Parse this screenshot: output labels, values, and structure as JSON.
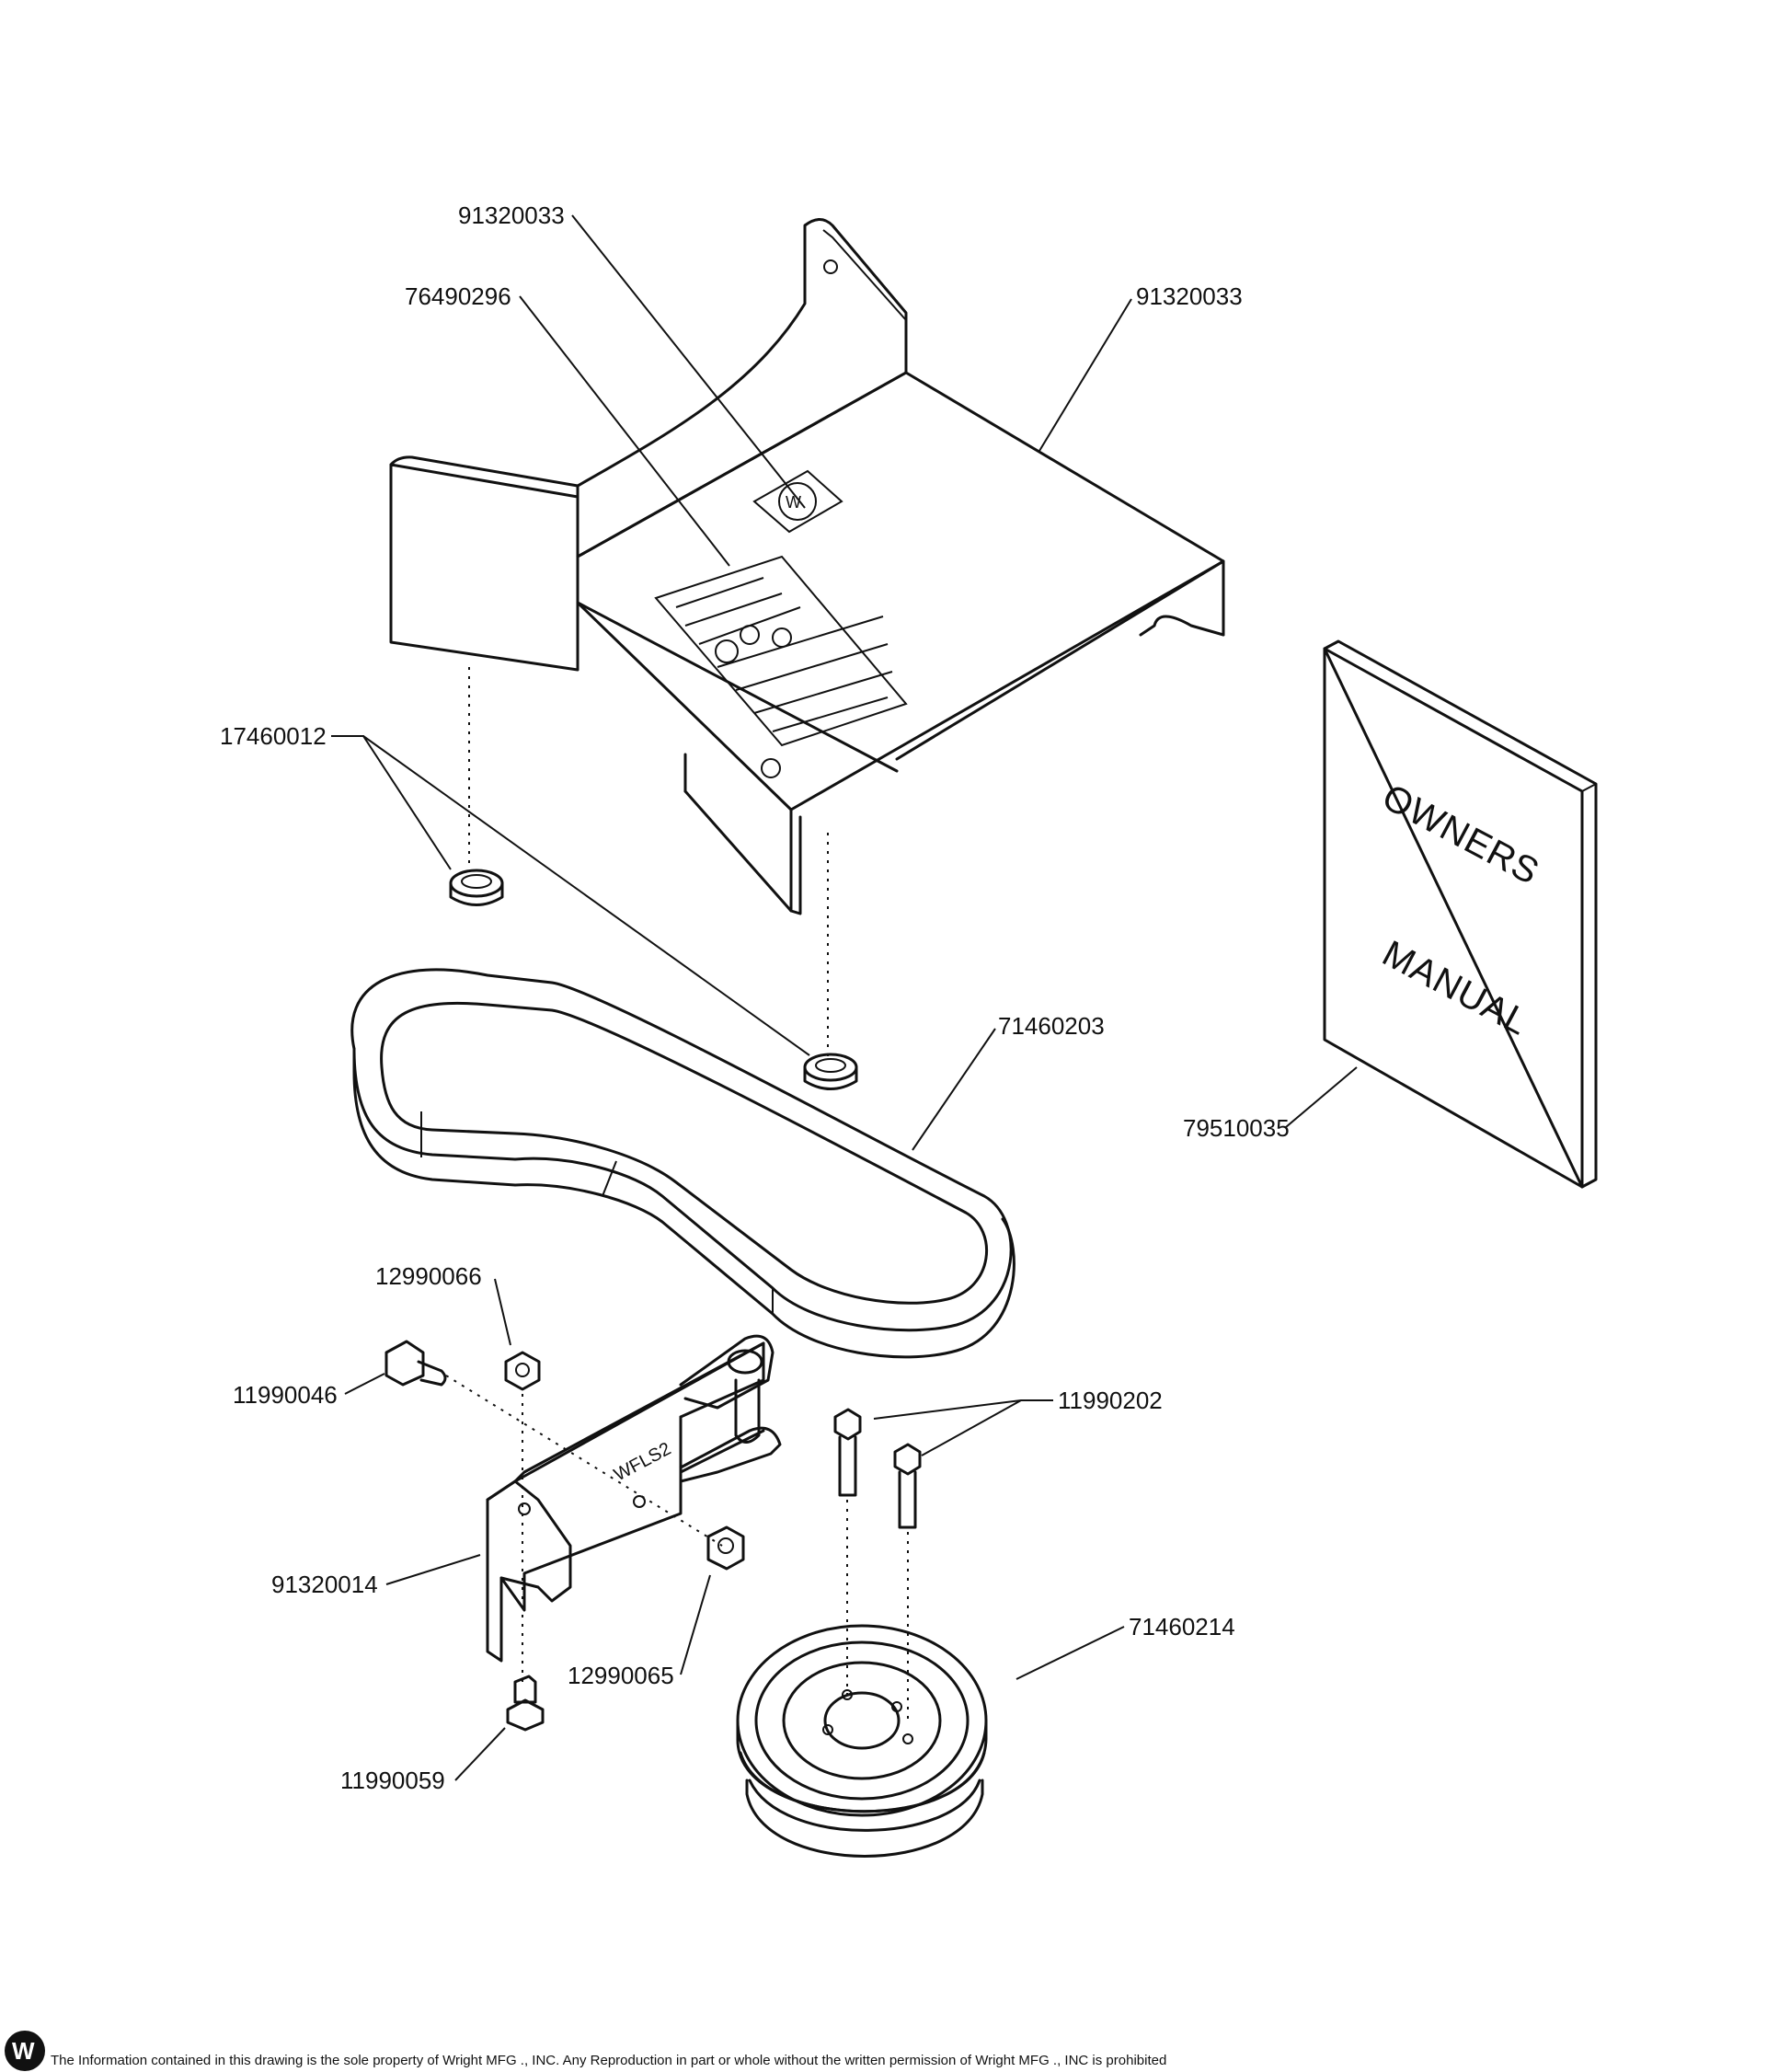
{
  "callouts": {
    "guard_top": "91320033",
    "decal_main": "76490296",
    "guard_right": "91320033",
    "bumper": "17460012",
    "belt": "71460203",
    "manual": "79510035",
    "nut_top": "12990066",
    "bolt_left": "11990046",
    "bolts_pulley": "11990202",
    "bracket": "91320014",
    "pulley": "71460214",
    "nut_bottom": "12990065",
    "bolt_bottom": "11990059"
  },
  "manual_cover": {
    "line1": "OWNERS",
    "line2": "MANUAL"
  },
  "bracket_mark": "WFLS2",
  "footer": {
    "notice": "The Information contained in this drawing is the sole property of Wright MFG ., INC. Any Reproduction in part or whole without the written permission of Wright MFG ., INC is prohibited",
    "logo_letter": "W"
  }
}
